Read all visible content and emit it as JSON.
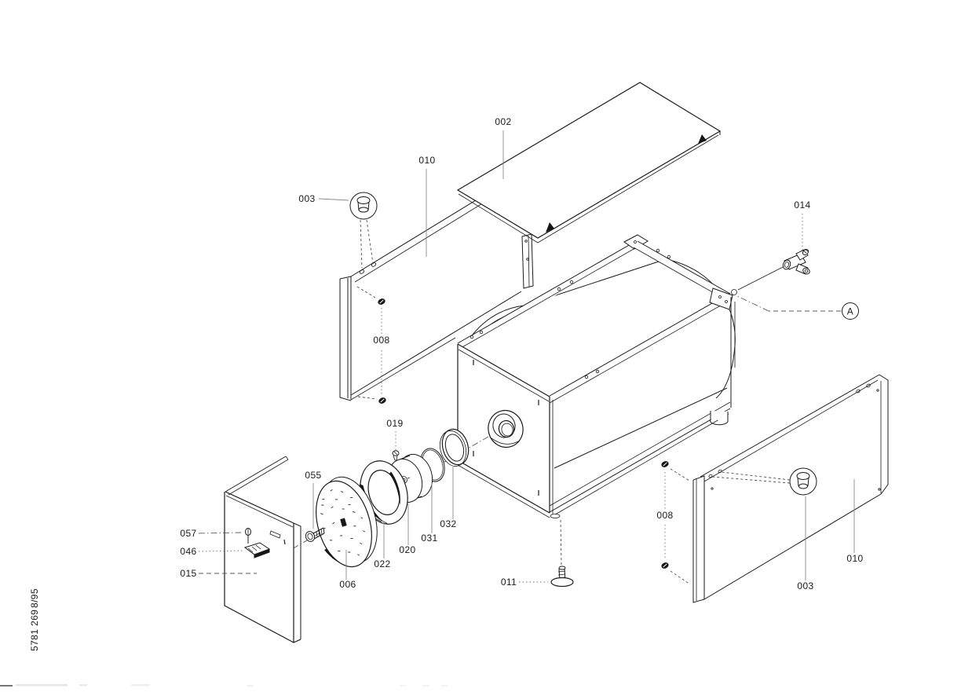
{
  "callouts": [
    {
      "id": "002",
      "text": "002"
    },
    {
      "id": "010-left",
      "text": "010"
    },
    {
      "id": "003-left",
      "text": "003"
    },
    {
      "id": "008-left",
      "text": "008"
    },
    {
      "id": "014",
      "text": "014"
    },
    {
      "id": "detail-a",
      "text": "A"
    },
    {
      "id": "019",
      "text": "019"
    },
    {
      "id": "055",
      "text": "055"
    },
    {
      "id": "057",
      "text": "057"
    },
    {
      "id": "046",
      "text": "046"
    },
    {
      "id": "015",
      "text": "015"
    },
    {
      "id": "006",
      "text": "006"
    },
    {
      "id": "022",
      "text": "022"
    },
    {
      "id": "020",
      "text": "020"
    },
    {
      "id": "031",
      "text": "031"
    },
    {
      "id": "032",
      "text": "032"
    },
    {
      "id": "011",
      "text": "011"
    },
    {
      "id": "008-right",
      "text": "008"
    },
    {
      "id": "003-right",
      "text": "003"
    },
    {
      "id": "010-right",
      "text": "010"
    }
  ],
  "sidebar": {
    "doc_number": "5781 269",
    "revision": "8/95"
  }
}
